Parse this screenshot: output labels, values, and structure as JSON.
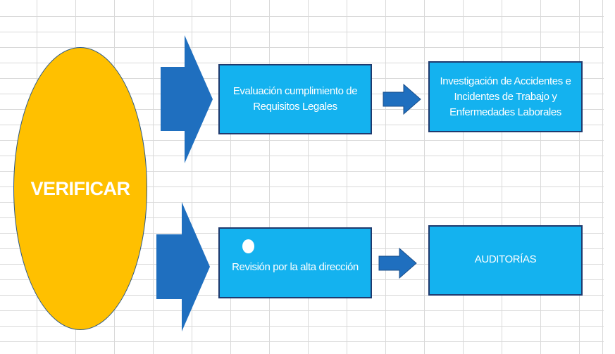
{
  "diagram": {
    "phase_label": "VERIFICAR",
    "boxes": {
      "legal": [
        "Evaluación cumplimiento de",
        "Requisitos Legales"
      ],
      "investigation": [
        "Investigación de Accidentes e",
        "Incidentes de Trabajo y",
        "Enfermedades Laborales"
      ],
      "revision": "Revisión por la alta dirección",
      "audits": "AUDITORÍAS"
    }
  },
  "colors": {
    "oval_fill": "#FFC000",
    "box_fill": "#14B2EF",
    "arrow_fill": "#1F6FBF",
    "grid_line": "#d9d9d9"
  }
}
